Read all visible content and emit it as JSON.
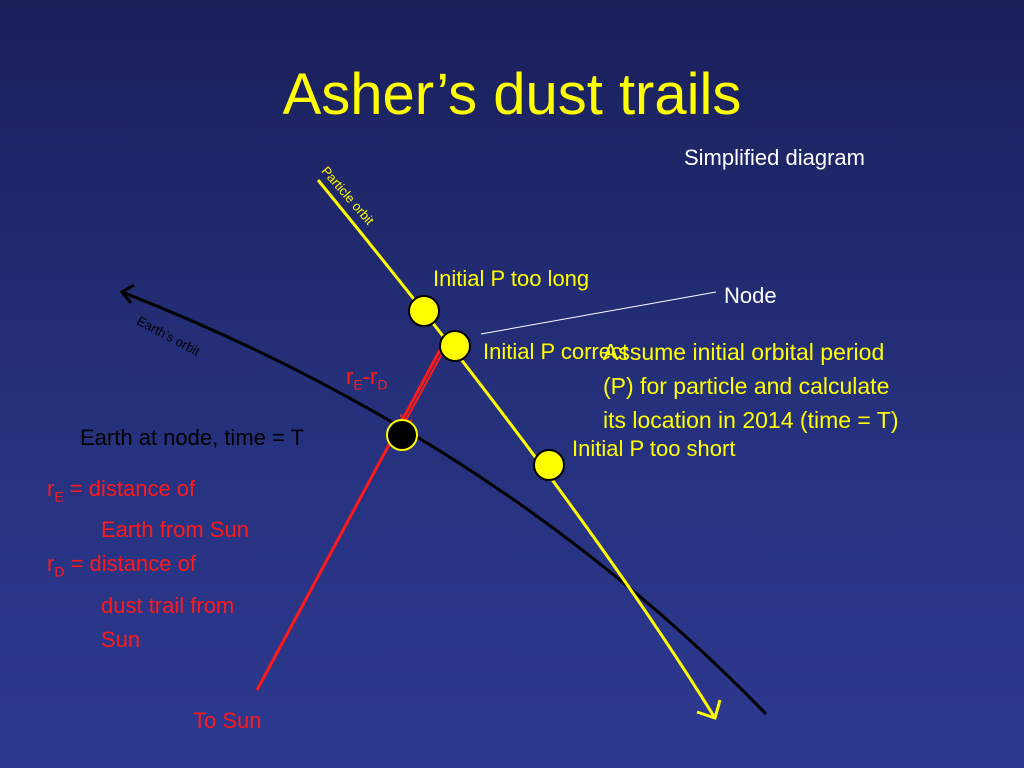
{
  "slide": {
    "title": "Asher’s dust trails",
    "subtitle": "Simplified diagram"
  },
  "diagram": {
    "particle_orbit_label": "Particle orbit",
    "earths_orbit_label": "Earth’s orbit",
    "initial_p_too_long": "Initial P too long",
    "initial_p_correct": "Initial P correct",
    "initial_p_too_short": "Initial P too short",
    "node_label": "Node",
    "earth_at_node_label": "Earth at node, time = T",
    "to_sun_label": "To Sun",
    "re_rd": {
      "r1": "r",
      "sub1": "E",
      "dash": "-",
      "r2": "r",
      "sub2": "D"
    }
  },
  "explanation": {
    "line1": "Assume initial orbital period",
    "line2": "(P) for particle and calculate",
    "line3": "its location in 2014 (time = T)"
  },
  "legend": {
    "re_symbol": "r",
    "re_sub": "E",
    "re_line1": " = distance of",
    "re_line2": "Earth from Sun",
    "rd_symbol": "r",
    "rd_sub": "D",
    "rd_line1": " = distance of",
    "rd_line2": "dust trail from",
    "rd_line3": "Sun"
  },
  "colors": {
    "background": "#25307a",
    "title": "#ffff00",
    "particle_orbit": "#ffff00",
    "earth_orbit": "#000000",
    "sun_line": "#ff1a1a",
    "text": "#ffffff"
  }
}
